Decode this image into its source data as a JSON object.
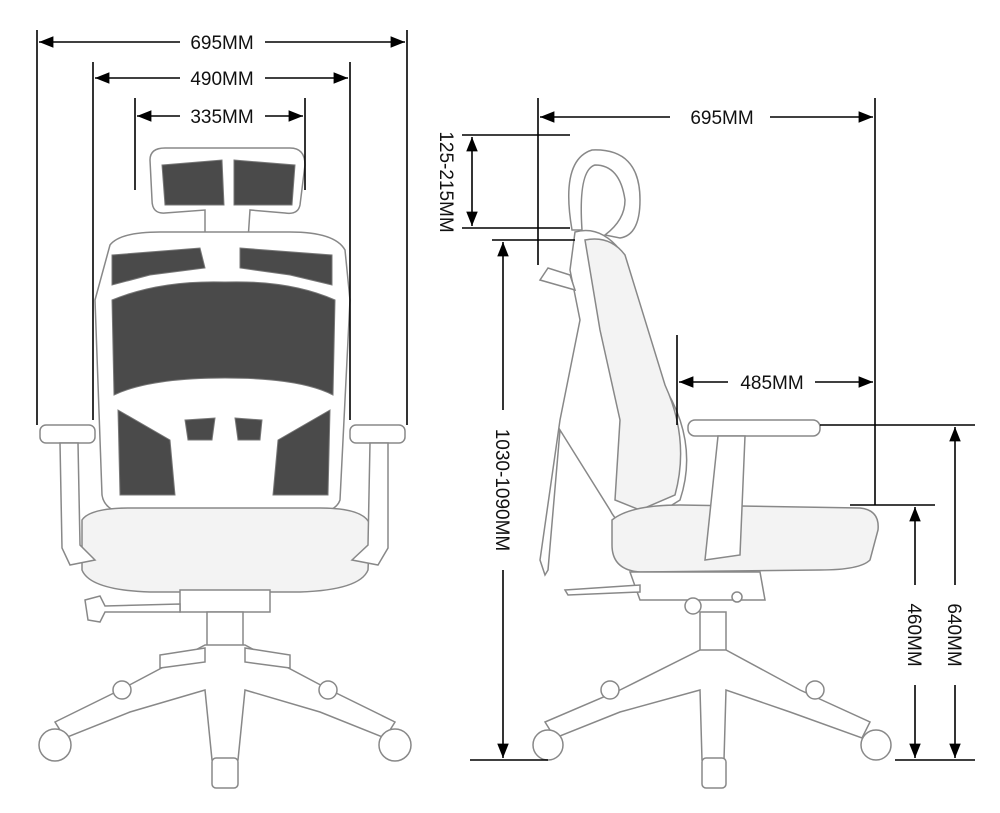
{
  "front_view": {
    "overall_width": "695MM",
    "back_width": "490MM",
    "headrest_width": "335MM"
  },
  "side_view": {
    "overall_depth": "695MM",
    "headrest_adjustment": "125-215MM",
    "overall_height": "1030-1090MM",
    "seat_depth": "485MM",
    "seat_height": "460MM",
    "armrest_height": "640MM"
  },
  "colors": {
    "line": "#000000",
    "mesh": "#4a4a4a",
    "frame": "#ffffff"
  }
}
